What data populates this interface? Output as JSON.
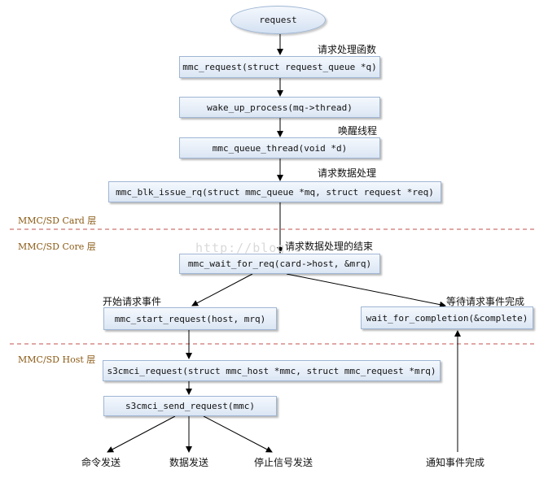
{
  "start": {
    "label": "request"
  },
  "boxes": {
    "mmc_request": "mmc_request(struct request_queue *q)",
    "wake_up": "wake_up_process(mq->thread)",
    "queue_thread": "mmc_queue_thread(void *d)",
    "blk_issue": "mmc_blk_issue_rq(struct mmc_queue *mq, struct request *req)",
    "wait_for_req": "mmc_wait_for_req(card->host, &mrq)",
    "start_request": "mmc_start_request(host, mrq)",
    "wait_completion": "wait_for_completion(&complete)",
    "s3cmci_request": "s3cmci_request(struct mmc_host *mmc, struct mmc_request *mrq)",
    "s3cmci_send": "s3cmci_send_request(mmc)"
  },
  "notes": {
    "request_func": "请求处理函数",
    "wake_thread": "唤醒线程",
    "data_process": "请求数据处理",
    "process_end": "请求数据处理的结束",
    "start_event": "开始请求事件",
    "wait_event": "等待请求事件完成",
    "cmd_send": "命令发送",
    "data_send": "数据发送",
    "stop_send": "停止信号发送",
    "notify_done": "通知事件完成"
  },
  "layers": {
    "card": "MMC/SD Card 层",
    "core": "MMC/SD Core 层",
    "host": "MMC/SD Host 层"
  },
  "watermark": "http://blog.c",
  "colors": {
    "arrow": "#000000",
    "divider": "#c0504d",
    "box_border": "#9fb6d4"
  }
}
